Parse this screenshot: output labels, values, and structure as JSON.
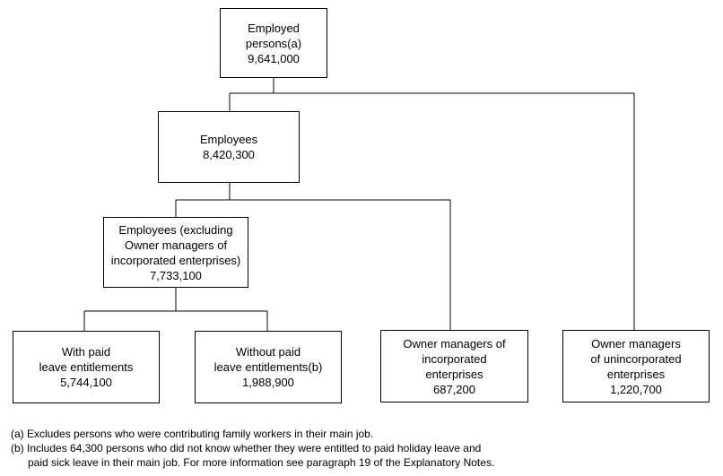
{
  "nodes": {
    "employed_persons": {
      "label": "Employed persons(a)",
      "value": "9,641,000"
    },
    "employees": {
      "label": "Employees",
      "value": "8,420,300"
    },
    "employees_excl": {
      "lines": [
        "Employees (excluding",
        "Owner managers of",
        "incorporated enterprises)"
      ],
      "value": "7,733,100"
    },
    "with_paid_leave": {
      "lines": [
        "With paid",
        "leave entitlements"
      ],
      "value": "5,744,100"
    },
    "without_paid_leave": {
      "lines": [
        "Without paid",
        "leave entitlements(b)"
      ],
      "value": "1,988,900"
    },
    "owner_incorporated": {
      "lines": [
        "Owner managers of",
        "incorporated",
        "enterprises"
      ],
      "value": "687,200"
    },
    "owner_unincorporated": {
      "lines": [
        "Owner managers",
        "of unincorporated",
        "enterprises"
      ],
      "value": "1,220,700"
    }
  },
  "footnotes": {
    "a": "(a) Excludes persons who were contributing family workers in their main job.",
    "b_line1": "(b) Includes 64,300 persons who did not know whether they were entitled to paid holiday leave and",
    "b_line2": "paid sick leave in their main job. For more information see paragraph 19 of the Explanatory Notes."
  }
}
